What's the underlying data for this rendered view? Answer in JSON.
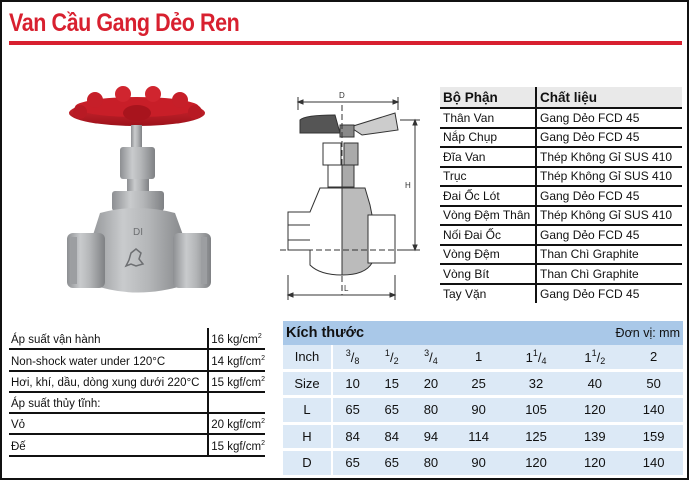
{
  "header": {
    "title": "Van Cầu Gang Dẻo Ren",
    "accent_color": "#d8202f"
  },
  "drawing": {
    "labels": {
      "D": "D",
      "H": "H",
      "L": "L"
    }
  },
  "parts_table": {
    "headers": [
      "Bộ Phận",
      "Chất liệu"
    ],
    "rows": [
      [
        "Thân Van",
        "Gang  Dẻo FCD 45"
      ],
      [
        "Nắp Chụp",
        "Gang  Dẻo FCD 45"
      ],
      [
        "Đĩa Van",
        "Thép Không Gỉ SUS 410"
      ],
      [
        "Trục",
        "Thép Không Gỉ SUS 410"
      ],
      [
        "Đai Ốc Lót",
        "Gang  Dẻo FCD 45"
      ],
      [
        "Vòng Đệm Thân",
        "Thép Không Gỉ SUS 410"
      ],
      [
        "Nối Đai Ốc",
        "Gang  Dẻo FCD 45"
      ],
      [
        "Vòng Đệm",
        "Than Chì Graphite"
      ],
      [
        "Vòng Bít",
        "Than Chì Graphite"
      ],
      [
        "Tay Vặn",
        "Gang  Dẻo FCD 45"
      ]
    ]
  },
  "pressure_table": {
    "rows": [
      {
        "label": "Áp suất vận hành",
        "value": "16 kg/cm",
        "sup": "2"
      },
      {
        "label": "Non-shock water under 120°C",
        "value": "14 kgf/cm",
        "sup": "2"
      },
      {
        "label": "Hơi, khí, dầu, dòng xung dưới 220°C",
        "value": "15 kgf/cm",
        "sup": "2"
      },
      {
        "label": "Áp suất thủy tĩnh:",
        "value": "",
        "sup": ""
      },
      {
        "label": "Vỏ",
        "value": "20 kgf/cm",
        "sup": "2"
      },
      {
        "label": "Đế",
        "value": "15 kgf/cm",
        "sup": "2"
      }
    ]
  },
  "size_table": {
    "title": "Kích thước",
    "unit": "Đơn vị: mm",
    "header_color": "#a9c8e8",
    "row_color": "#dce9f6",
    "inch": {
      "label": "Inch",
      "values": [
        {
          "whole": "",
          "num": "3",
          "den": "8"
        },
        {
          "whole": "",
          "num": "1",
          "den": "2"
        },
        {
          "whole": "",
          "num": "3",
          "den": "4"
        },
        {
          "whole": "1",
          "num": "",
          "den": ""
        },
        {
          "whole": "1",
          "num": "1",
          "den": "4"
        },
        {
          "whole": "1",
          "num": "1",
          "den": "2"
        },
        {
          "whole": "2",
          "num": "",
          "den": ""
        }
      ]
    },
    "rows": [
      {
        "label": "Size",
        "values": [
          "10",
          "15",
          "20",
          "25",
          "32",
          "40",
          "50"
        ]
      },
      {
        "label": "L",
        "values": [
          "65",
          "65",
          "80",
          "90",
          "105",
          "120",
          "140"
        ]
      },
      {
        "label": "H",
        "values": [
          "84",
          "84",
          "94",
          "114",
          "125",
          "139",
          "159"
        ]
      },
      {
        "label": "D",
        "values": [
          "65",
          "65",
          "80",
          "90",
          "120",
          "120",
          "140"
        ]
      }
    ]
  }
}
